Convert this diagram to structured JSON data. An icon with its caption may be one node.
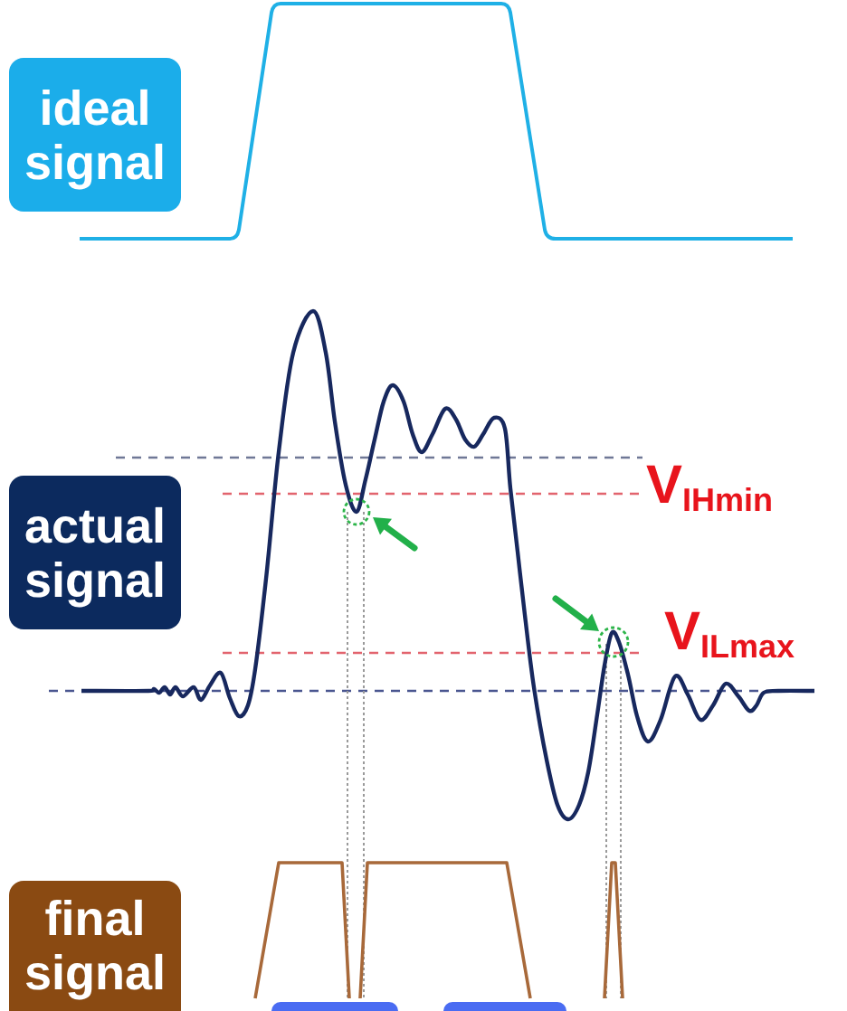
{
  "diagram": {
    "nodes": [
      {
        "text": [
          "ideal signal"
        ]
      },
      {
        "text": [
          "actual signal"
        ]
      },
      {
        "text": [
          "final signal"
        ]
      },
      {
        "text": [],
        "shape": "box"
      },
      {
        "text": [],
        "shape": "box"
      }
    ],
    "edges": [],
    "labels": [
      "V$_{IHmin}$",
      "V$_{ILmax}$"
    ]
  }
}
